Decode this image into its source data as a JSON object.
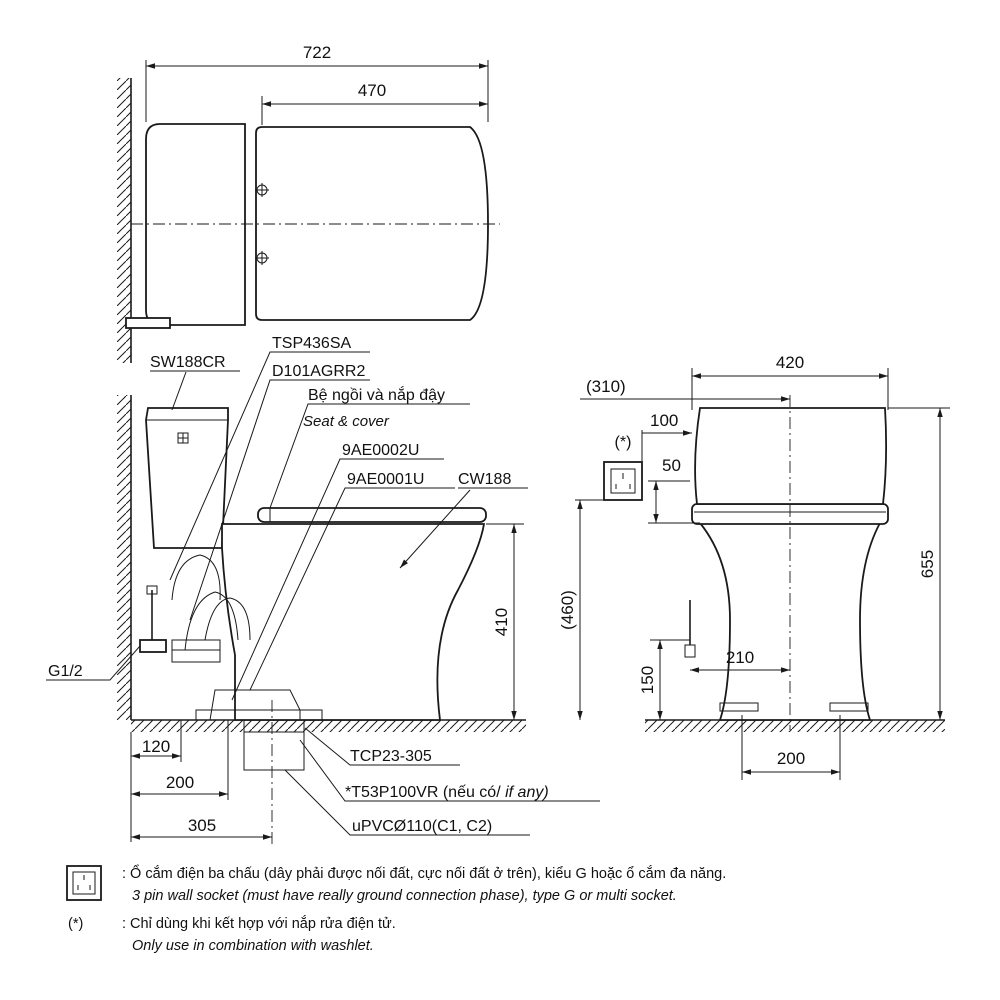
{
  "dimensions": {
    "top_overall_length": "722",
    "top_seat_length": "470",
    "front_width": "420",
    "front_socket_offset": "(310)",
    "front_socket_side": "100",
    "front_socket_gap": "50",
    "front_socket_height": "(460)",
    "front_total_height": "655",
    "front_inlet_height": "150",
    "front_inlet_offset": "210",
    "front_bolt_spacing": "200",
    "side_seat_height": "410",
    "side_dim_120": "120",
    "side_dim_200": "200",
    "side_dim_305": "305"
  },
  "labels": {
    "tank": "SW188CR",
    "seat_model": "TSP436SA",
    "flush_valve": "D101AGRR2",
    "seat_vi": "Bệ ngồi và nắp đậy",
    "seat_en": "Seat & cover",
    "part_9ae0002u": "9AE0002U",
    "part_9ae0001u": "9AE0001U",
    "bowl": "CW188",
    "inlet": "G1/2",
    "flange": "TCP23-305",
    "adapter_main": "*T53P100VR (nếu có/",
    "adapter_if": " if any)",
    "pipe": "uPVCØ110(C1, C2)",
    "asterisk": "(*)"
  },
  "notes": {
    "socket_vi": ": Ổ cắm điện ba chấu (dây phải được nối đất, cực nối đất ở trên), kiểu G hoặc ổ cắm đa năng.",
    "socket_en": "3 pin wall socket (must have really ground connection phase), type G or multi socket.",
    "star_marker": "(*)",
    "star_vi": ": Chỉ dùng khi kết hợp với nắp rửa điện tử.",
    "star_en": "Only use in combination with washlet."
  }
}
